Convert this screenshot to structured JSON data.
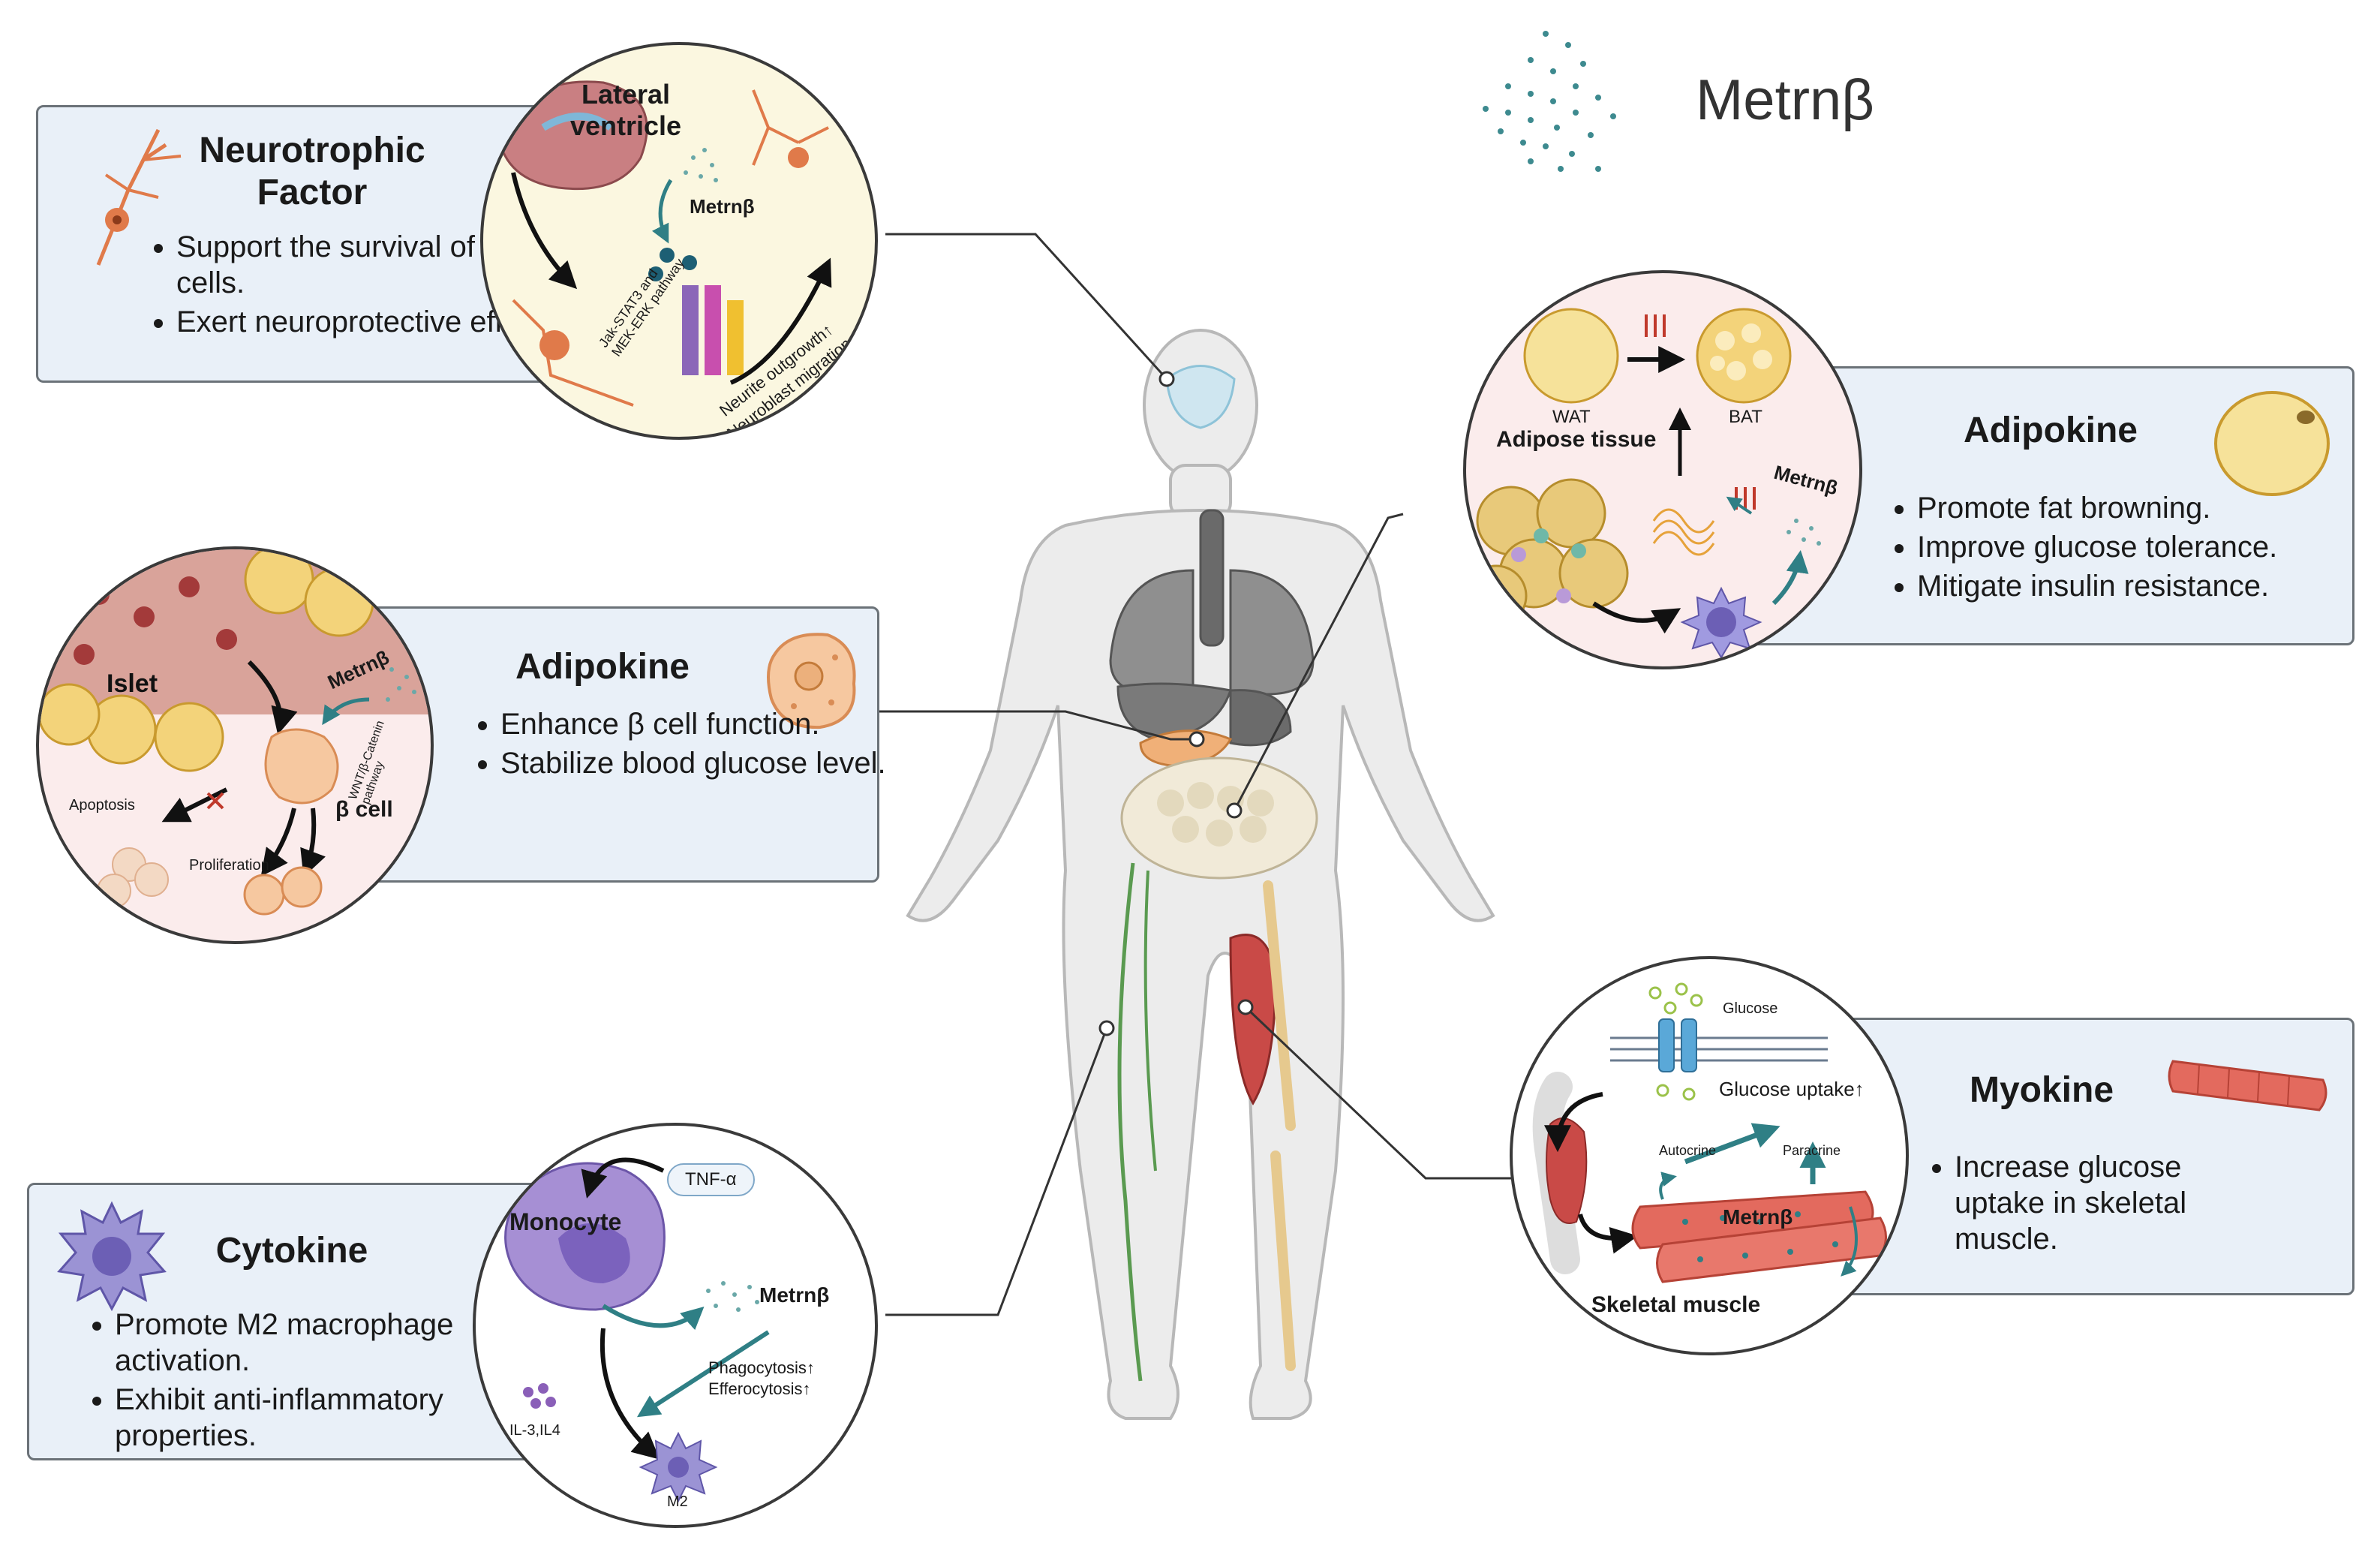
{
  "legend": {
    "label": "Metrnβ"
  },
  "neurotrophic": {
    "title": "Neurotrophic Factor",
    "bullets": [
      "Support the survival of nerve cells.",
      "Exert neuroprotective effects."
    ],
    "circle": {
      "ventricle": "Lateral ventricle",
      "metrn": "Metrnβ",
      "pathway": "Jak-STAT3 and MEK-ERK pathway",
      "outcome1": "Neurite outgrowth↑",
      "outcome2": "Neuroblast migration↑"
    }
  },
  "adipokine_beta": {
    "title": "Adipokine",
    "bullets": [
      "Enhance β cell function.",
      "Stabilize blood glucose level."
    ],
    "circle": {
      "islet": "Islet",
      "metrn": "Metrnβ",
      "pathway": "WNT/β-Catenin pathway",
      "beta_cell": "β cell",
      "apoptosis": "Apoptosis",
      "proliferation": "Proliferation"
    }
  },
  "cytokine": {
    "title": "Cytokine",
    "bullets": [
      "Promote M2 macrophage activation.",
      "Exhibit anti-inflammatory properties."
    ],
    "circle": {
      "monocyte": "Monocyte",
      "tnf": "TNF-α",
      "metrn": "Metrnβ",
      "phago": "Phagocytosis↑",
      "effero": "Efferocytosis↑",
      "il": "IL-3,IL4",
      "m2": "M2"
    }
  },
  "adipokine_fat": {
    "title": "Adipokine",
    "bullets": [
      "Promote fat browning.",
      "Improve glucose tolerance.",
      "Mitigate insulin resistance."
    ],
    "circle": {
      "wat": "WAT",
      "bat": "BAT",
      "adipose": "Adipose tissue",
      "metrn": "Metrnβ"
    }
  },
  "myokine": {
    "title": "Myokine",
    "bullets": [
      "Increase glucose uptake in skeletal muscle."
    ],
    "circle": {
      "glucose": "Glucose",
      "uptake": "Glucose uptake↑",
      "autocrine": "Autocrine",
      "paracrine": "Paracrine",
      "metrn": "Metrnβ",
      "skeletal": "Skeletal muscle"
    }
  },
  "colors": {
    "box_bg": "#e9f0f8",
    "teal": "#2f7f85",
    "muscle": "#c94a47",
    "fat": "#f3d37a"
  },
  "icons": [
    "neuron-icon",
    "pancreatic-cell-icon",
    "macrophage-icon",
    "fat-cell-icon",
    "muscle-fiber-icon",
    "metrn-dots-icon",
    "human-body-icon"
  ]
}
